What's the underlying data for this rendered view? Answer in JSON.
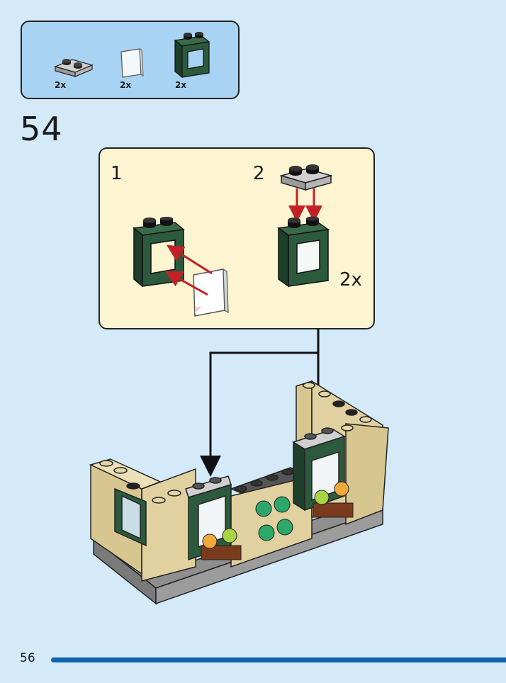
{
  "parts": [
    {
      "name": "gray-plate-1x2",
      "qty": "2x"
    },
    {
      "name": "clear-window-glass",
      "qty": "2x"
    },
    {
      "name": "green-window-frame",
      "qty": "2x"
    }
  ],
  "step": {
    "number": "54"
  },
  "substeps": [
    {
      "number": "1"
    },
    {
      "number": "2",
      "multiplier": "2x"
    }
  ],
  "page": {
    "number": "56"
  },
  "colors": {
    "background": "#d4eaf9",
    "parts_box": "#a9d3f3",
    "substep_box": "#fdf4d2",
    "frame_green": "#254f35",
    "tan": "#e1d1a0",
    "arrow_red": "#c22127",
    "page_bar": "#0c63ae"
  }
}
